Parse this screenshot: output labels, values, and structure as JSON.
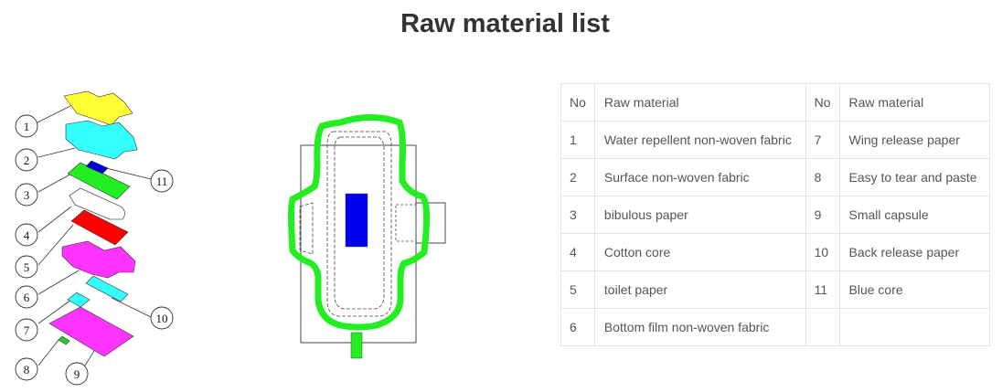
{
  "title": "Raw material list",
  "table": {
    "headers": {
      "no": "No",
      "material": "Raw material"
    },
    "left": [
      {
        "no": "1",
        "material": "Water repellent non-woven fabric"
      },
      {
        "no": "2",
        "material": "Surface non-woven fabric"
      },
      {
        "no": "3",
        "material": "bibulous paper"
      },
      {
        "no": "4",
        "material": "Cotton core"
      },
      {
        "no": "5",
        "material": "toilet paper"
      },
      {
        "no": "6",
        "material": "Bottom film non-woven fabric"
      }
    ],
    "right": [
      {
        "no": "7",
        "material": "Wing release paper"
      },
      {
        "no": "8",
        "material": "Easy to tear and paste"
      },
      {
        "no": "9",
        "material": "Small capsule"
      },
      {
        "no": "10",
        "material": "Back release paper"
      },
      {
        "no": "11",
        "material": "Blue core"
      }
    ]
  },
  "diagram": {
    "callouts": [
      "1",
      "2",
      "3",
      "4",
      "5",
      "6",
      "7",
      "8",
      "9",
      "10",
      "11"
    ]
  },
  "colors": {
    "layer1": "#ffff33",
    "layer2": "#33ffff",
    "layer3": "#22ee22",
    "layer4": "#ffffff",
    "layer5": "#ff0000",
    "layer6": "#ff33ff",
    "layer7": "#33ffff",
    "layer8": "#22cc22",
    "layer9": "#ff33ff",
    "layer10": "#33ffff",
    "layer11": "#0000dd",
    "pad_outline": "#22ee22",
    "blue_core": "#0000ee"
  }
}
